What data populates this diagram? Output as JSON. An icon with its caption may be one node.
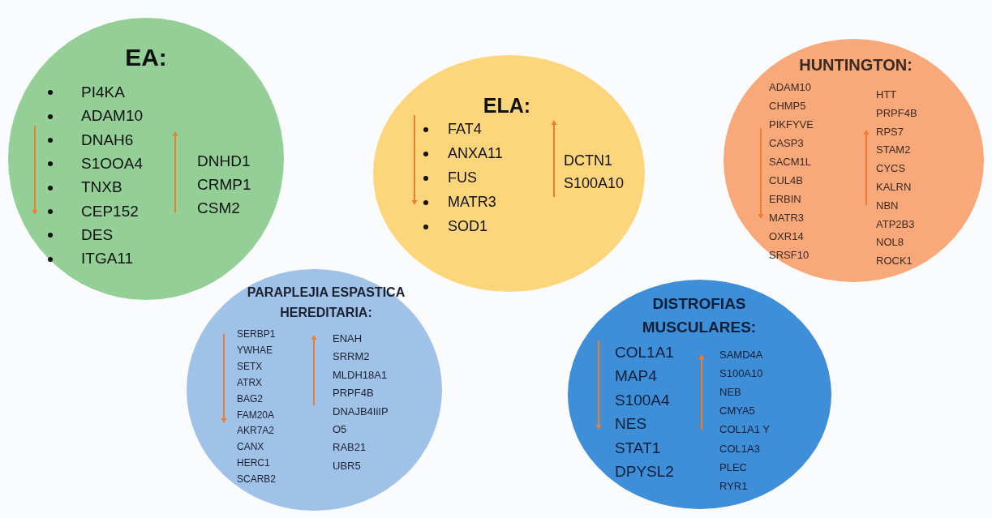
{
  "diagram": {
    "nodes": [
      {
        "text": [
          "EA:",
          "PI4KA",
          "ADAM10",
          "DNAH6",
          "S1OOA4",
          "TNXB",
          "CEP152",
          "DES",
          "ITGA11",
          "DNHD1",
          "CRMP1",
          "CSM2"
        ]
      },
      {
        "text": [
          "ELA:",
          "FAT4",
          "ANXA11",
          "FUS",
          "MATR3",
          "SOD1",
          "DCTN1",
          "S100A10"
        ]
      },
      {
        "text": [
          "HUNTINGTON:",
          "ADAM10",
          "CHMP5",
          "PIKFYVE",
          "CASP3",
          "SACM1L",
          "CUL4B",
          "ERBIN",
          "MATR3",
          "OXR14",
          "SRSF10",
          "HTT",
          "PRPF4B",
          "RPS7",
          "STAM2",
          "CYCS",
          "KALRN",
          "NBN",
          "ATP2B3",
          "NOL8",
          "ROCK1"
        ]
      },
      {
        "text": [
          "PARAPLEJIA ESPASTICA HEREDITARIA:",
          "SERBP1",
          "YWHAE",
          "SETX",
          "ATRX",
          "BAG2",
          "FAM20A",
          "AKR7A2",
          "CANX",
          "HERC1",
          "SCARB2",
          "ENAH",
          "SRRM2",
          "MLDH18A1",
          "PRPF4B",
          "DNAJB4IiIP",
          "O5",
          "RAB21",
          "UBR5"
        ]
      },
      {
        "text": [
          "DISTROFIAS MUSCULARES:",
          "COL1A1",
          "MAP4",
          "S100A4",
          "NES",
          "STAT1",
          "DPYSL2",
          "SAMD4A",
          "S100A10",
          "NEB",
          "CMYA5",
          "COL1A1 Y",
          "COL1A3",
          "PLEC",
          "RYR1"
        ]
      }
    ]
  }
}
